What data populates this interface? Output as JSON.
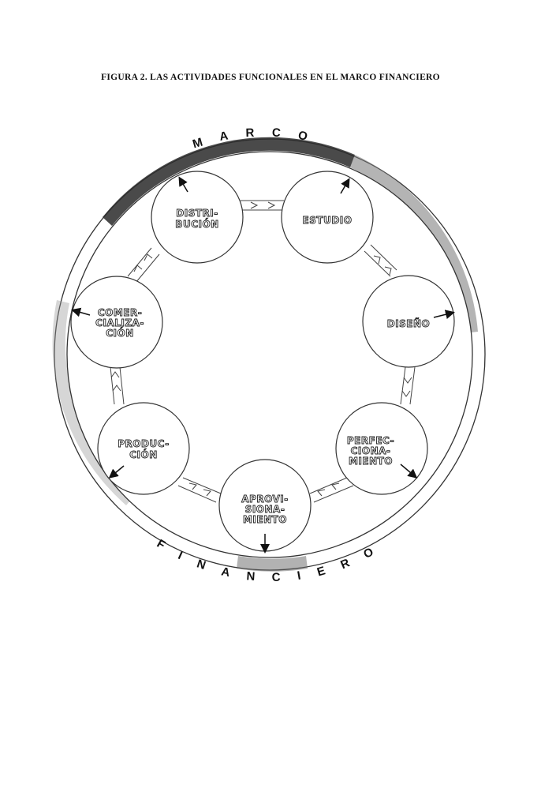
{
  "title": "FIGURA 2.  LAS ACTIVIDADES FUNCIONALES EN EL MARCO FINANCIERO",
  "ring": {
    "top_label": "MARCO",
    "bottom_label": "FINANCIERO"
  },
  "activities": [
    {
      "name": "distribucion",
      "lines": [
        "DISTRI-",
        "BUCIÓN"
      ]
    },
    {
      "name": "estudio",
      "lines": [
        "ESTUDIO"
      ]
    },
    {
      "name": "diseno",
      "lines": [
        "DISEÑO"
      ]
    },
    {
      "name": "perfeccionamiento",
      "lines": [
        "PERFEC-",
        "CIONA-",
        "MIENTO"
      ]
    },
    {
      "name": "aprovisionamiento",
      "lines": [
        "APROVI-",
        "SIONA-",
        "MIENTO"
      ]
    },
    {
      "name": "produccion",
      "lines": [
        "PRODUC-",
        "CIÓN"
      ]
    },
    {
      "name": "comercializacion",
      "lines": [
        "COMER-",
        "CIALIZA-",
        "CIÓN"
      ]
    }
  ]
}
